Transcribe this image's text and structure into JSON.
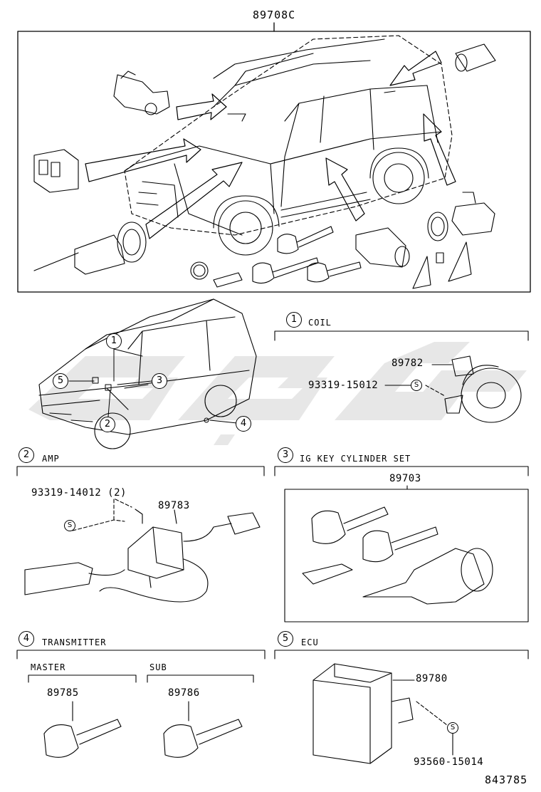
{
  "main": {
    "part_code": "89708C"
  },
  "location": {
    "callouts": [
      "1",
      "2",
      "3",
      "4",
      "5"
    ]
  },
  "sections": {
    "coil": {
      "num": "1",
      "title": "COIL",
      "part": "89782",
      "screw": "93319-15012",
      "screw_symbol": "S"
    },
    "amp": {
      "num": "2",
      "title": "AMP",
      "screw": "93319-14012 (2)",
      "screw_symbol": "S",
      "part": "89783"
    },
    "ig": {
      "num": "3",
      "title": "IG KEY CYLINDER SET",
      "part": "89703"
    },
    "transmitter": {
      "num": "4",
      "title": "TRANSMITTER",
      "master_label": "MASTER",
      "master_part": "89785",
      "sub_label": "SUB",
      "sub_part": "89786"
    },
    "ecu": {
      "num": "5",
      "title": "ECU",
      "part": "89780",
      "screw": "93560-15014",
      "screw_symbol": "S"
    }
  },
  "footer": {
    "diagram_code": "843785"
  },
  "colors": {
    "line": "#000000",
    "watermark": "#d9d9d9"
  }
}
